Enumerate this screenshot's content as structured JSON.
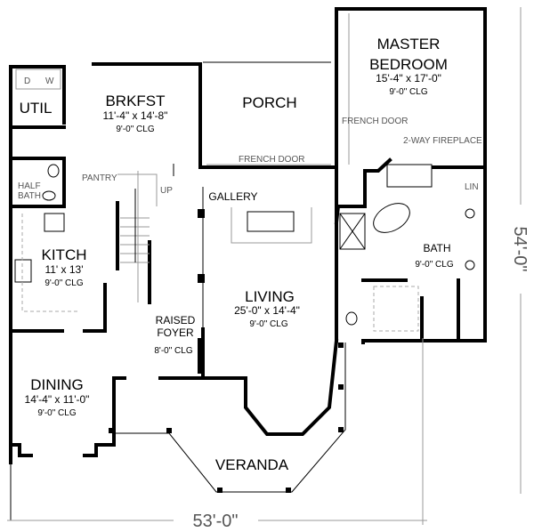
{
  "rooms": {
    "util": {
      "name": "UTIL"
    },
    "half_bath": {
      "line1": "HALF",
      "line2": "BATH"
    },
    "pantry": {
      "name": "PANTRY"
    },
    "brkfst": {
      "name": "BRKFST",
      "size": "11'-4\" x 14'-8\"",
      "clg": "9'-0\" CLG"
    },
    "porch": {
      "name": "PORCH"
    },
    "master": {
      "line1": "MASTER",
      "line2": "BEDROOM",
      "size": "15'-4\" x 17'-0\"",
      "clg": "9'-0\" CLG"
    },
    "kitch": {
      "name": "KITCH",
      "size": "11' x 13'",
      "clg": "9'-0\" CLG"
    },
    "gallery": {
      "name": "GALLERY"
    },
    "living": {
      "name": "LIVING",
      "size": "25'-0\" x 14'-4\"",
      "clg": "9'-0\" CLG"
    },
    "bath": {
      "name": "BATH",
      "clg": "9'-0\" CLG"
    },
    "lin": {
      "name": "LIN"
    },
    "foyer": {
      "line1": "RAISED",
      "line2": "FOYER",
      "clg": "8'-0\" CLG"
    },
    "dining": {
      "name": "DINING",
      "size": "14'-4\" x 11'-0\"",
      "clg": "9'-0\" CLG"
    },
    "veranda": {
      "name": "VERANDA"
    }
  },
  "notes": {
    "french_door_porch": "FRENCH DOOR",
    "french_door_master": "FRENCH DOOR",
    "fireplace": "2-WAY FIREPLACE",
    "stairs_up": "UP",
    "dryer": "D",
    "washer": "W"
  },
  "dimensions": {
    "width": "53'-0\"",
    "depth": "54'-0\""
  }
}
